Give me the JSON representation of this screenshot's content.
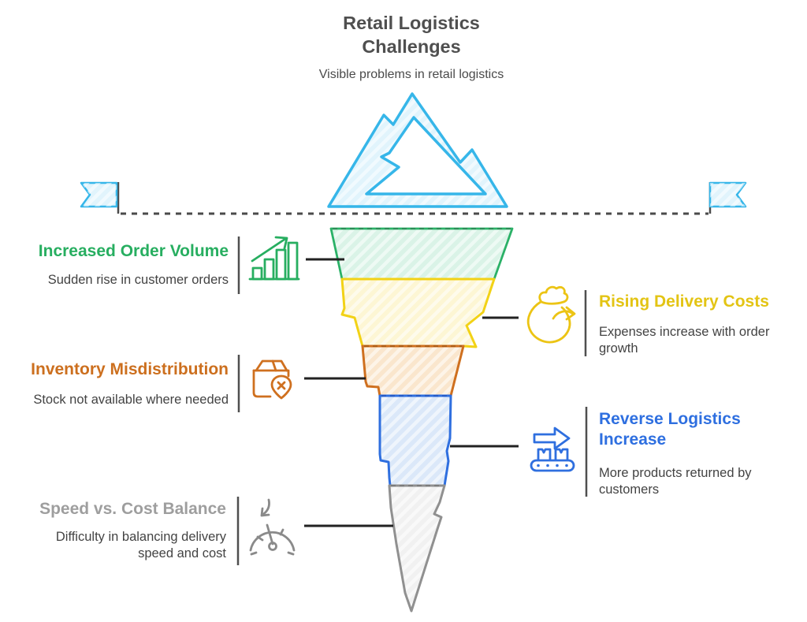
{
  "header": {
    "title_line1": "Retail Logistics",
    "title_line2": "Challenges",
    "subtitle": "Visible problems in retail logistics"
  },
  "waterline": {
    "style": "dashed",
    "color": "#4a4a4a",
    "left_marker": "flag-icon",
    "right_marker": "flag-icon",
    "above_surface": "iceberg-mountain-icon",
    "mountain_color": "#36b6e9"
  },
  "levels": [
    {
      "title": "Increased Order Volume",
      "desc": "Sudden rise in customer orders",
      "side": "left",
      "accent": "#27ae60",
      "icon": "growth-chart-icon"
    },
    {
      "title": "Rising Delivery Costs",
      "desc": "Expenses increase with order growth",
      "side": "right",
      "accent": "#e3c414",
      "icon": "money-bag-icon"
    },
    {
      "title": "Inventory Misdistribution",
      "desc": "Stock not available where needed",
      "side": "left",
      "accent": "#cc6f1e",
      "icon": "box-error-icon"
    },
    {
      "title": "Reverse Logistics Increase",
      "desc": "More products returned by customers",
      "side": "right",
      "accent": "#2e6fe0",
      "icon": "conveyor-return-icon"
    },
    {
      "title": "Speed vs. Cost Balance",
      "desc": "Difficulty in balancing delivery speed and cost",
      "side": "left",
      "accent": "#9e9e9e",
      "icon": "speedometer-icon"
    }
  ],
  "funnel_segments": [
    {
      "label": "Increased Order Volume",
      "fill": "#daf3e7",
      "stroke": "#2bb167"
    },
    {
      "label": "Rising Delivery Costs",
      "fill": "#fdf6d4",
      "stroke": "#f2d216"
    },
    {
      "label": "Inventory Misdistribution",
      "fill": "#fae6cd",
      "stroke": "#cf701f"
    },
    {
      "label": "Reverse Logistics Increase",
      "fill": "#dbe8f9",
      "stroke": "#2f6fdf"
    },
    {
      "label": "Speed vs. Cost Balance",
      "fill": "#f1f1f1",
      "stroke": "#909090"
    }
  ]
}
